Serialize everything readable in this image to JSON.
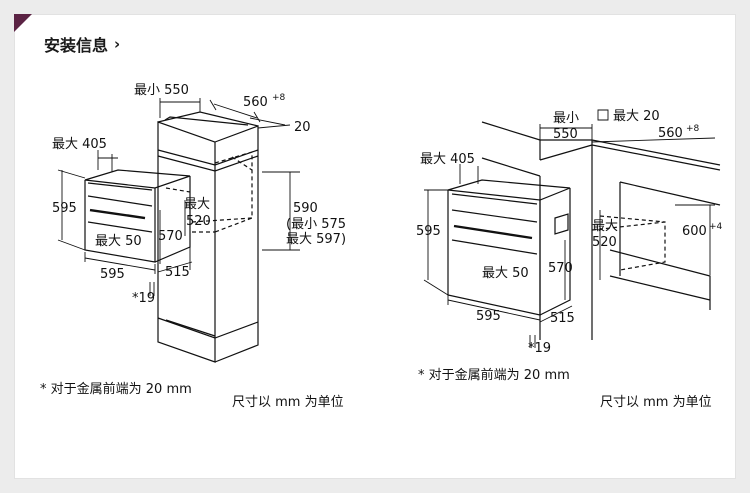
{
  "header": {
    "title": "安装信息",
    "arrow_icon": "chevron-right-icon"
  },
  "left": {
    "min_550": "最小 550",
    "d_560": "560",
    "sup_8": "+8",
    "d_20": "20",
    "max_405": "最大 405",
    "d_595_h": "595",
    "max_word": "最大",
    "d_520": "520",
    "d_570": "570",
    "max_50": "最大 50",
    "d_595_w": "595",
    "d_515": "515",
    "d_19": "*19",
    "d_590": "590",
    "min_575": "(最小 575",
    "max_597": "最大 597)",
    "footnote": "* 对于金属前端为 20 mm",
    "units": "尺寸以 mm 为单位"
  },
  "right": {
    "min_word": "最小",
    "d_550": "550",
    "max_20": "最大 20",
    "d_560": "560",
    "sup_8": "+8",
    "max_405": "最大 405",
    "d_595_h": "595",
    "max_word": "最大",
    "d_520": "520",
    "d_600": "600",
    "sup_4": "+4",
    "d_570": "570",
    "max_50": "最大 50",
    "d_595_w": "595",
    "d_515": "515",
    "d_19": "*19",
    "footnote": "* 对于金属前端为 20 mm",
    "units": "尺寸以 mm 为单位"
  }
}
